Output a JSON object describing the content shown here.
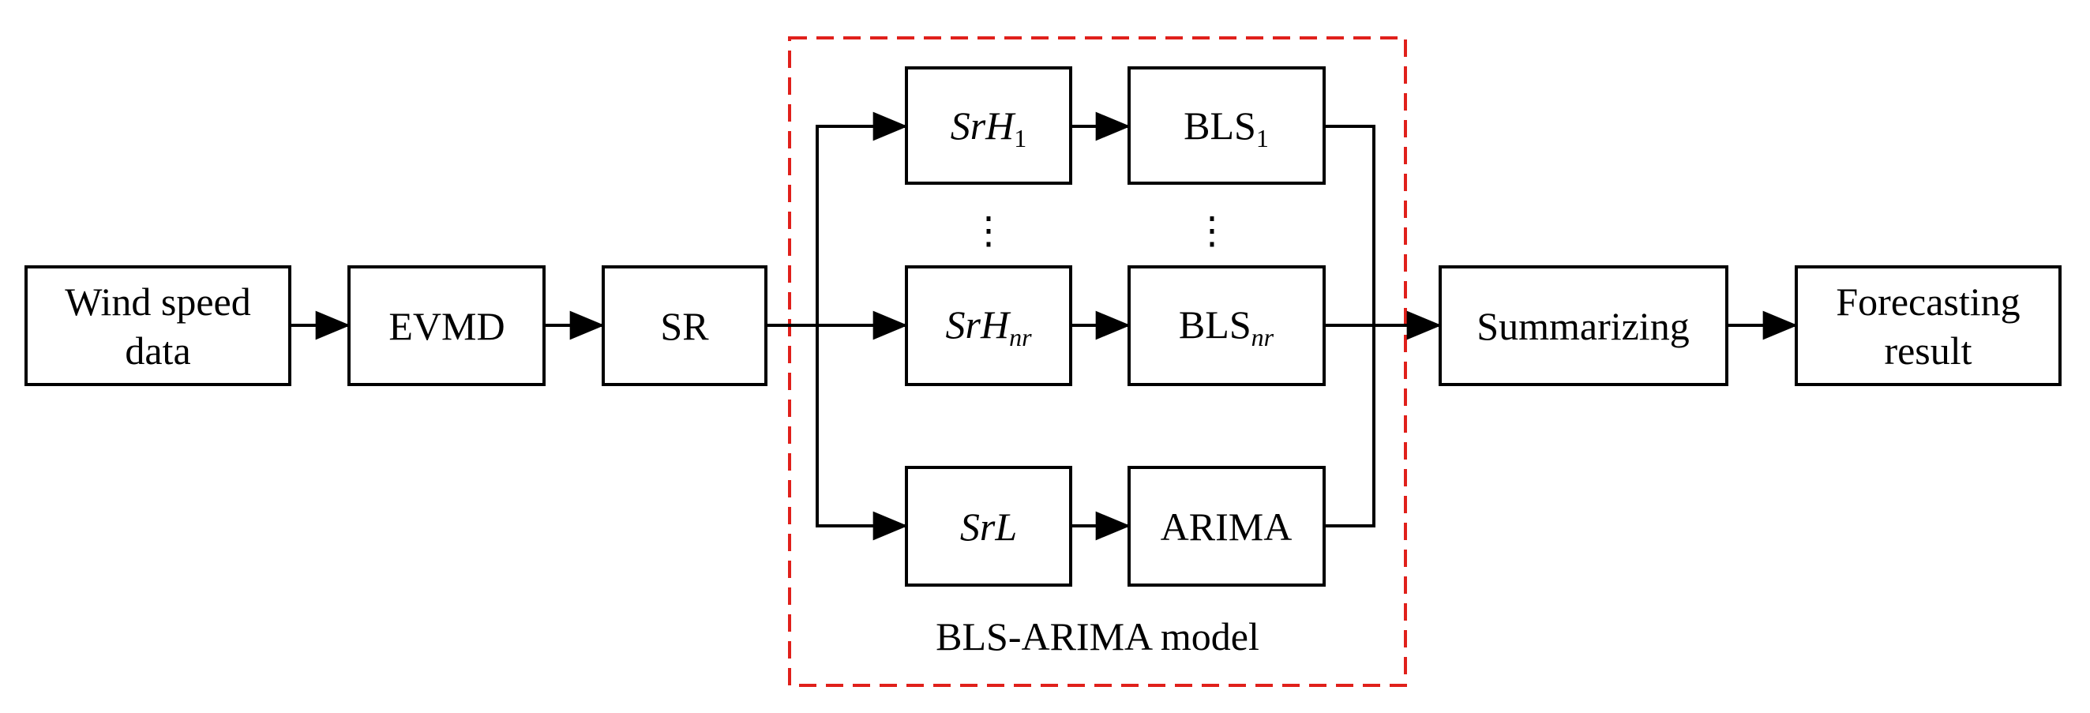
{
  "input": {
    "line1": "Wind speed",
    "line2": "data"
  },
  "evmd": "EVMD",
  "sr": "SR",
  "model": {
    "caption": "BLS-ARIMA model",
    "srh1": {
      "main": "SrH",
      "sub": "1"
    },
    "bls1": {
      "main": "BLS",
      "sub": "1"
    },
    "srhnr": {
      "main": "SrH",
      "sub": "nr"
    },
    "blsnr": {
      "main": "BLS",
      "sub": "nr"
    },
    "srl": "SrL",
    "arima": "ARIMA",
    "ellipsis": "⋮"
  },
  "summarizing": "Summarizing",
  "output": {
    "line1": "Forecasting",
    "line2": "result"
  },
  "colors": {
    "model_border": "#e0201b",
    "stroke": "#000000"
  }
}
